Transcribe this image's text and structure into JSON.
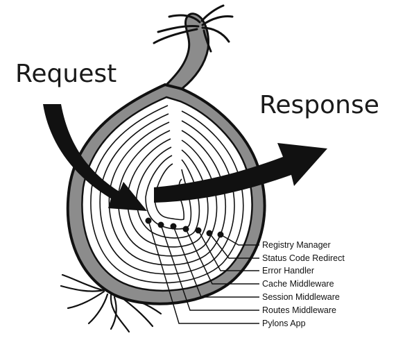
{
  "diagram": {
    "request_label": "Request",
    "response_label": "Response",
    "layers": [
      {
        "label": "Registry Manager"
      },
      {
        "label": "Status Code Redirect"
      },
      {
        "label": "Error Handler"
      },
      {
        "label": "Cache Middleware"
      },
      {
        "label": "Session Middleware"
      },
      {
        "label": "Routes Middleware"
      },
      {
        "label": "Pylons App"
      }
    ]
  },
  "colors": {
    "ink": "#111111",
    "onion_skin": "#8c8c8c",
    "background": "#ffffff"
  }
}
